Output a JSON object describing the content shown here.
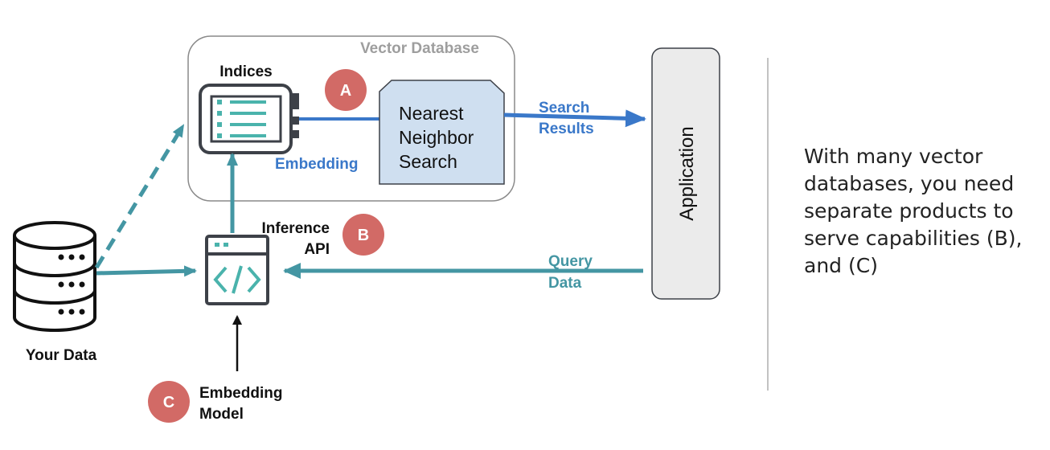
{
  "colors": {
    "teal": "#4496a3",
    "blue": "#3a78c9",
    "badge": "#d26a66",
    "dark": "#3d4148",
    "grey_text": "#9e9e9e",
    "nn_fill": "#cfdff0",
    "app_fill": "#ebebeb"
  },
  "vector_db": {
    "title": "Vector Database"
  },
  "indices": {
    "label": "Indices",
    "icon": "index-list-icon"
  },
  "nearest_neighbor": {
    "line1": "Nearest",
    "line2": "Neighbor",
    "line3": "Search"
  },
  "labels": {
    "embedding": "Embedding",
    "search_results_1": "Search",
    "search_results_2": "Results",
    "inference_1": "Inference",
    "inference_2": "API",
    "query_1": "Query",
    "query_2": "Data",
    "your_data": "Your Data",
    "embedding_model_1": "Embedding",
    "embedding_model_2": "Model"
  },
  "application": {
    "label": "Application"
  },
  "badges": {
    "a": "A",
    "b": "B",
    "c": "C"
  },
  "icons": {
    "database": "database-icon",
    "api": "code-window-icon"
  },
  "side_text": {
    "line1": "With many vector",
    "line2": "databases, you need",
    "line3": "separate products to",
    "line4": "serve capabilities (B),",
    "line5": "and (C)"
  }
}
